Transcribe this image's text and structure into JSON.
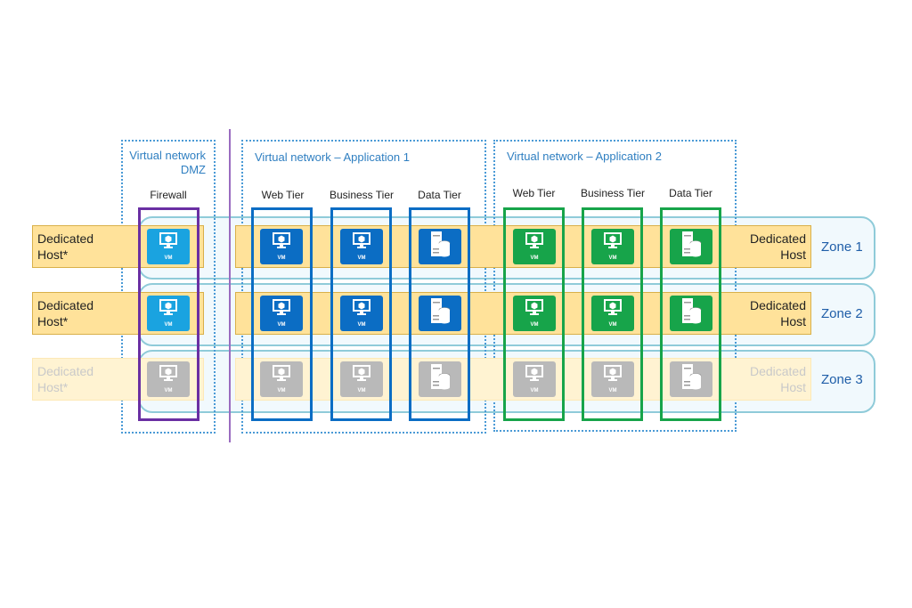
{
  "colors": {
    "dmz_tile": "#1aa3e0",
    "app1_tile": "#0b6dc4",
    "app2_tile": "#17a44a",
    "faded_tile": "#b9b9b9",
    "firewall_border": "#6a2fa3",
    "app1_border": "#0b6dc4",
    "app2_border": "#17a44a",
    "zone_border": "#8fcbd9",
    "host_fill": "#ffe29a"
  },
  "vnets": [
    {
      "id": "dmz",
      "title_line1": "Virtual network",
      "title_line2": "DMZ"
    },
    {
      "id": "app1",
      "title": "Virtual network – Application 1"
    },
    {
      "id": "app2",
      "title": "Virtual network – Application 2"
    }
  ],
  "tiers": {
    "firewall": "Firewall",
    "app1": [
      "Web Tier",
      "Business Tier",
      "Data Tier"
    ],
    "app2": [
      "Web Tier",
      "Business Tier",
      "Data Tier"
    ]
  },
  "zones": [
    {
      "label": "Zone 1",
      "left_host": {
        "line1": "Dedicated",
        "line2": "Host*"
      },
      "right_host": {
        "line1": "Dedicated",
        "line2": "Host"
      },
      "faded": false
    },
    {
      "label": "Zone 2",
      "left_host": {
        "line1": "Dedicated",
        "line2": "Host*"
      },
      "right_host": {
        "line1": "Dedicated",
        "line2": "Host"
      },
      "faded": false
    },
    {
      "label": "Zone 3",
      "left_host": {
        "line1": "Dedicated",
        "line2": "Host*"
      },
      "right_host": {
        "line1": "Dedicated",
        "line2": "Host"
      },
      "faded": true
    }
  ],
  "tile_label": "VM",
  "icons": {
    "vm": "vm-monitor-icon",
    "db": "database-server-icon"
  }
}
